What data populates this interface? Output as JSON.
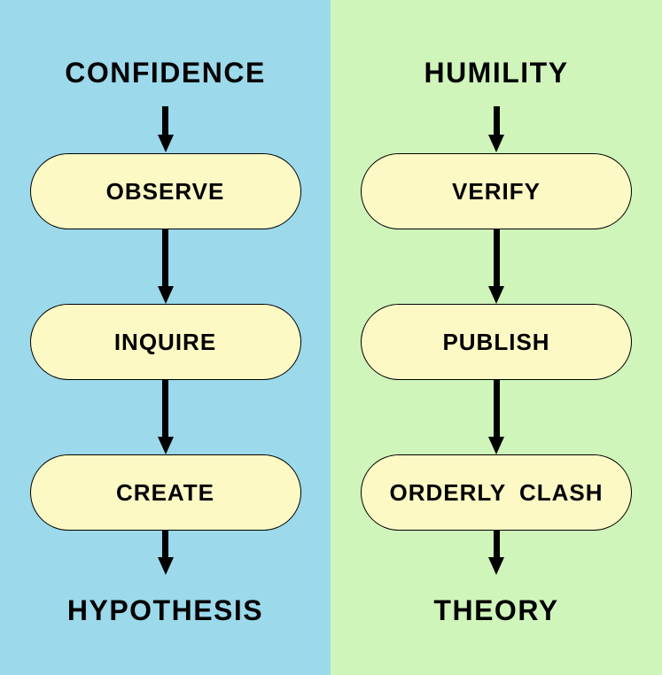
{
  "diagram": {
    "columns": [
      {
        "background": "#9bd9eb",
        "header": "CONFIDENCE",
        "steps": [
          "OBSERVE",
          "INQUIRE",
          "CREATE"
        ],
        "footer": "HYPOTHESIS"
      },
      {
        "background": "#cff5ba",
        "header": "HUMILITY",
        "steps": [
          "VERIFY",
          "PUBLISH",
          "ORDERLY CLASH"
        ],
        "footer": "THEORY"
      }
    ],
    "node_fill": "#fdf9c5",
    "node_border_color": "#000000",
    "arrow_color": "#000000",
    "text_color": "#000000"
  }
}
